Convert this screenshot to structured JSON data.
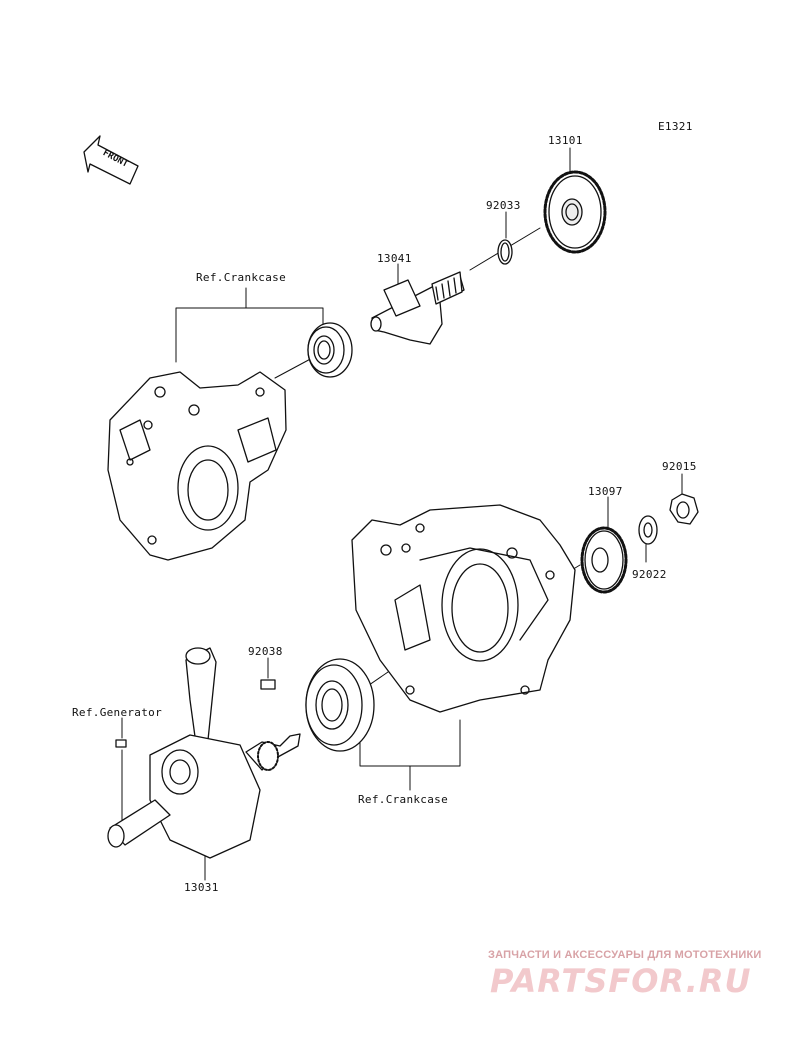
{
  "diagram_code": "E1321",
  "front_arrow_label": "FRONT",
  "parts": {
    "gear_13101": "13101",
    "circlip_92033": "92033",
    "shaft_13041": "13041",
    "nut_92015": "92015",
    "gear_13097": "13097",
    "washer_92022": "92022",
    "key_92038": "92038",
    "crankshaft_13031": "13031"
  },
  "references": {
    "crankcase_top": "Ref.Crankcase",
    "generator": "Ref.Generator",
    "crankcase_bottom": "Ref.Crankcase"
  },
  "watermark": {
    "subtitle": "ЗАПЧАСТИ И АКСЕССУАРЫ ДЛЯ МОТОТЕХНИКИ",
    "brand": "PARTSFOR.RU"
  },
  "colors": {
    "line": "#111111",
    "watermark": "#f2c9cc"
  }
}
